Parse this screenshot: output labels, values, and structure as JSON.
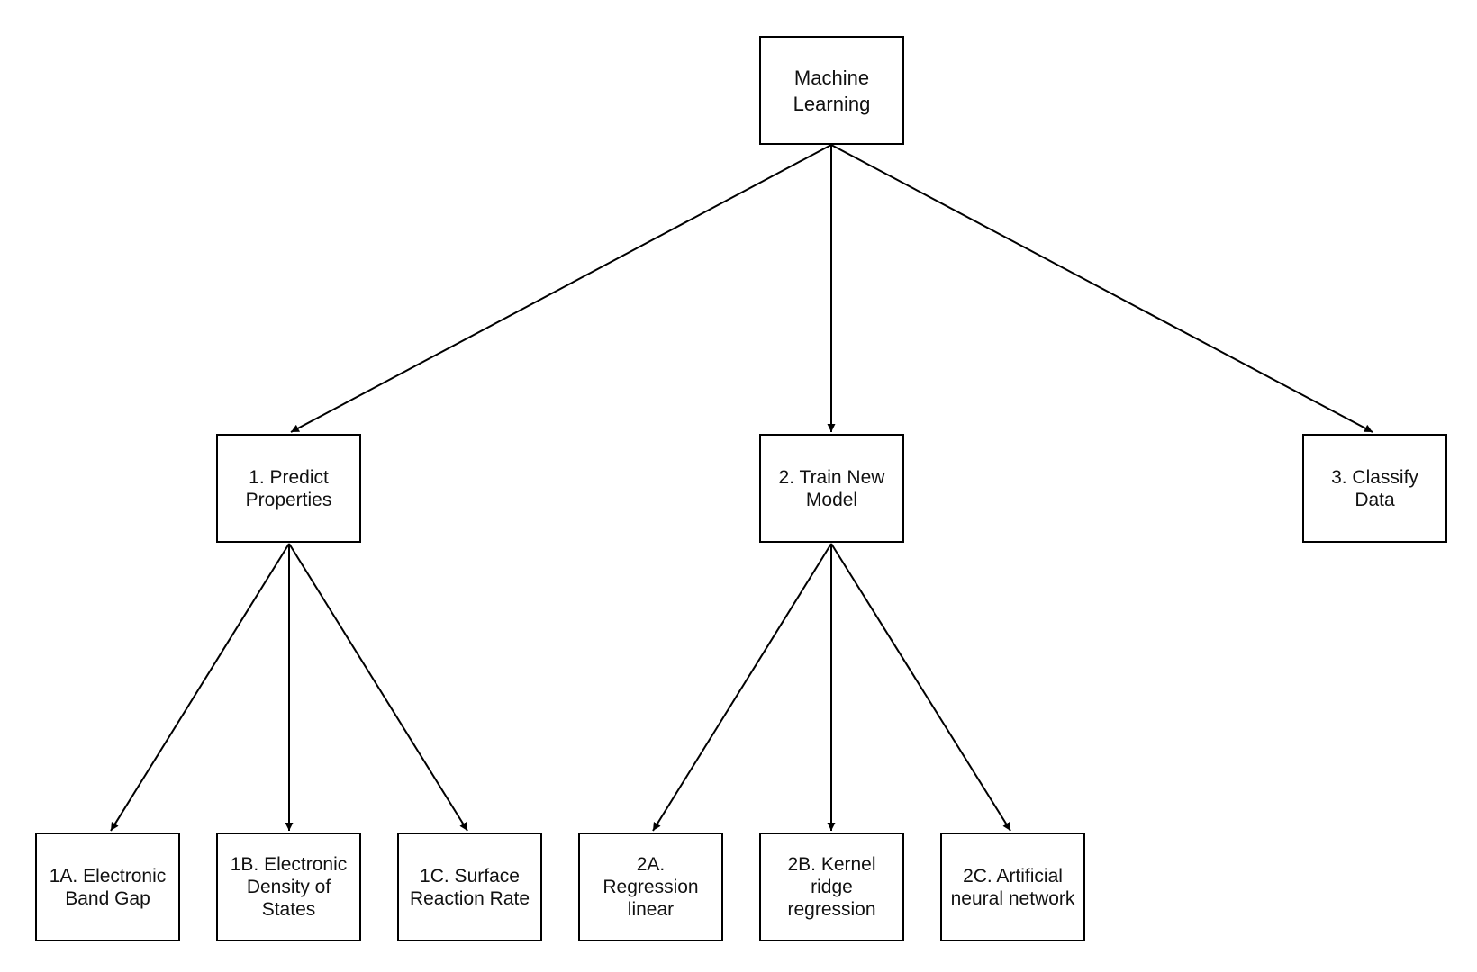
{
  "diagram": {
    "root": {
      "label": "Machine\nLearning"
    },
    "level1": [
      {
        "label": "1. Predict\nProperties"
      },
      {
        "label": "2. Train New\nModel"
      },
      {
        "label": "3. Classify\nData"
      }
    ],
    "level2": [
      {
        "label": "1A. Electronic\nBand Gap"
      },
      {
        "label": "1B. Electronic\nDensity of\nStates"
      },
      {
        "label": "1C. Surface\nReaction Rate"
      },
      {
        "label": "2A.\nRegression\nlinear"
      },
      {
        "label": "2B. Kernel\nridge\nregression"
      },
      {
        "label": "2C. Artificial\nneural network"
      }
    ],
    "edges": [
      {
        "from": "Machine Learning",
        "to": "1. Predict Properties"
      },
      {
        "from": "Machine Learning",
        "to": "2. Train New Model"
      },
      {
        "from": "Machine Learning",
        "to": "3. Classify Data"
      },
      {
        "from": "1. Predict Properties",
        "to": "1A. Electronic Band Gap"
      },
      {
        "from": "1. Predict Properties",
        "to": "1B. Electronic Density of States"
      },
      {
        "from": "1. Predict Properties",
        "to": "1C. Surface Reaction Rate"
      },
      {
        "from": "2. Train New Model",
        "to": "2A. Regression linear"
      },
      {
        "from": "2. Train New Model",
        "to": "2B. Kernel ridge regression"
      },
      {
        "from": "2. Train New Model",
        "to": "2C. Artificial neural network"
      }
    ],
    "colors": {
      "stroke": "#000000",
      "text": "#111111",
      "background": "#ffffff"
    }
  }
}
